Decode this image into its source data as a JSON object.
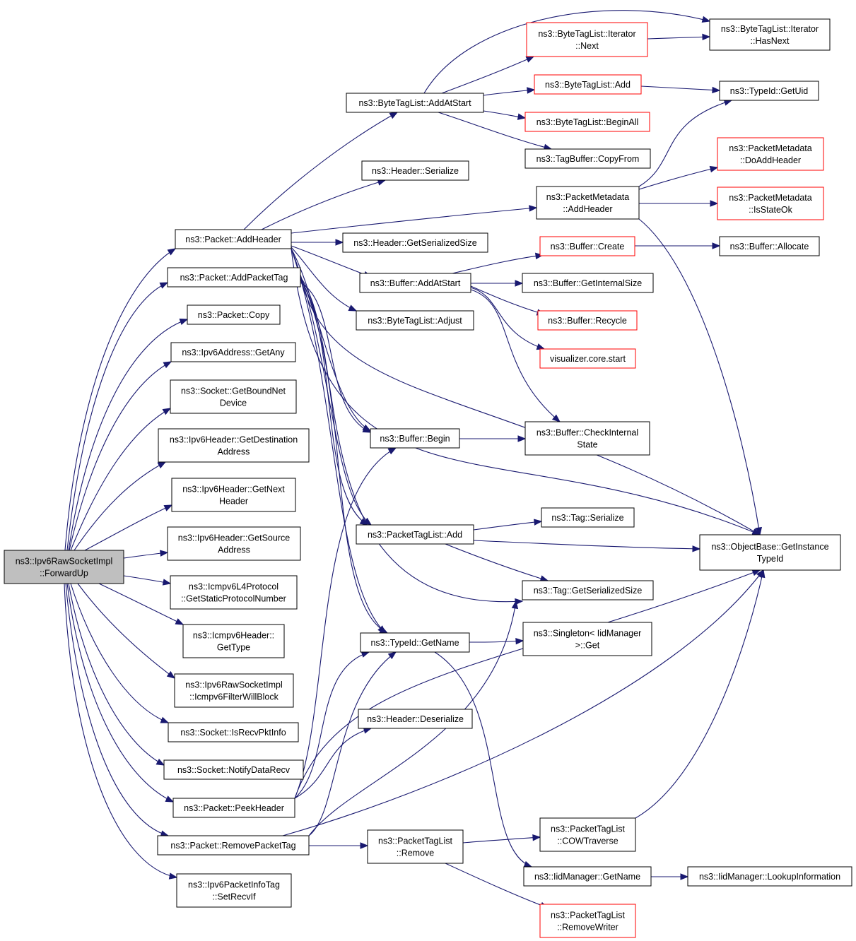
{
  "diagram": {
    "type": "call-graph",
    "root": "ForwardUp",
    "colors": {
      "edge": "#191970",
      "node_border": "#000000",
      "node_border_truncated": "#ff0000",
      "root_fill": "#bfbfbf"
    },
    "nodes": {
      "ForwardUp": {
        "lines": [
          "ns3::Ipv6RawSocketImpl",
          "::ForwardUp"
        ]
      },
      "AddHeader": {
        "lines": [
          "ns3::Packet::AddHeader"
        ]
      },
      "AddPacketTag": {
        "lines": [
          "ns3::Packet::AddPacketTag"
        ]
      },
      "Copy": {
        "lines": [
          "ns3::Packet::Copy"
        ]
      },
      "GetAny": {
        "lines": [
          "ns3::Ipv6Address::GetAny"
        ]
      },
      "GetBoundNetDevice": {
        "lines": [
          "ns3::Socket::GetBoundNet",
          "Device"
        ]
      },
      "GetDestinationAddress": {
        "lines": [
          "ns3::Ipv6Header::GetDestination",
          "Address"
        ]
      },
      "GetNextHeader": {
        "lines": [
          "ns3::Ipv6Header::GetNext",
          "Header"
        ]
      },
      "GetSourceAddress": {
        "lines": [
          "ns3::Ipv6Header::GetSource",
          "Address"
        ]
      },
      "GetStaticProtocolNumber": {
        "lines": [
          "ns3::Icmpv6L4Protocol",
          "::GetStaticProtocolNumber"
        ]
      },
      "IcmpGetType": {
        "lines": [
          "ns3::Icmpv6Header::",
          "GetType"
        ]
      },
      "Icmpv6FilterWillBlock": {
        "lines": [
          "ns3::Ipv6RawSocketImpl",
          "::Icmpv6FilterWillBlock"
        ]
      },
      "IsRecvPktInfo": {
        "lines": [
          "ns3::Socket::IsRecvPktInfo"
        ]
      },
      "NotifyDataRecv": {
        "lines": [
          "ns3::Socket::NotifyDataRecv"
        ]
      },
      "PeekHeader": {
        "lines": [
          "ns3::Packet::PeekHeader"
        ]
      },
      "RemovePacketTag": {
        "lines": [
          "ns3::Packet::RemovePacketTag"
        ]
      },
      "SetRecvIf": {
        "lines": [
          "ns3::Ipv6PacketInfoTag",
          "::SetRecvIf"
        ]
      },
      "BTLAddAtStart": {
        "lines": [
          "ns3::ByteTagList::AddAtStart"
        ]
      },
      "HeaderSerialize": {
        "lines": [
          "ns3::Header::Serialize"
        ]
      },
      "HeaderGetSerializedSize": {
        "lines": [
          "ns3::Header::GetSerializedSize"
        ]
      },
      "BufferAddAtStart": {
        "lines": [
          "ns3::Buffer::AddAtStart"
        ]
      },
      "BTLAdjust": {
        "lines": [
          "ns3::ByteTagList::Adjust"
        ]
      },
      "BufferBegin": {
        "lines": [
          "ns3::Buffer::Begin"
        ]
      },
      "PTLAdd": {
        "lines": [
          "ns3::PacketTagList::Add"
        ]
      },
      "TypeIdGetName": {
        "lines": [
          "ns3::TypeId::GetName"
        ]
      },
      "HeaderDeserialize": {
        "lines": [
          "ns3::Header::Deserialize"
        ]
      },
      "PTLRemove": {
        "lines": [
          "ns3::PacketTagList",
          "::Remove"
        ]
      },
      "BTLIteratorNext": {
        "lines": [
          "ns3::ByteTagList::Iterator",
          "::Next"
        ]
      },
      "BTLAdd": {
        "lines": [
          "ns3::ByteTagList::Add"
        ]
      },
      "BTLBeginAll": {
        "lines": [
          "ns3::ByteTagList::BeginAll"
        ]
      },
      "TagBufferCopyFrom": {
        "lines": [
          "ns3::TagBuffer::CopyFrom"
        ]
      },
      "PMAddHeader": {
        "lines": [
          "ns3::PacketMetadata",
          "::AddHeader"
        ]
      },
      "BufferCreate": {
        "lines": [
          "ns3::Buffer::Create"
        ]
      },
      "BufferGetInternalSize": {
        "lines": [
          "ns3::Buffer::GetInternalSize"
        ]
      },
      "BufferRecycle": {
        "lines": [
          "ns3::Buffer::Recycle"
        ]
      },
      "VisualizerStart": {
        "lines": [
          "visualizer.core.start"
        ]
      },
      "BufferCheckInternalState": {
        "lines": [
          "ns3::Buffer::CheckInternal",
          "State"
        ]
      },
      "TagSerialize": {
        "lines": [
          "ns3::Tag::Serialize"
        ]
      },
      "TagGetSerializedSize": {
        "lines": [
          "ns3::Tag::GetSerializedSize"
        ]
      },
      "SingletonGet": {
        "lines": [
          "ns3::Singleton< IidManager",
          " >::Get"
        ]
      },
      "PTLCOWTraverse": {
        "lines": [
          "ns3::PacketTagList",
          "::COWTraverse"
        ]
      },
      "IidManagerGetName": {
        "lines": [
          "ns3::IidManager::GetName"
        ]
      },
      "PTLRemoveWriter": {
        "lines": [
          "ns3::PacketTagList",
          "::RemoveWriter"
        ]
      },
      "BTLIteratorHasNext": {
        "lines": [
          "ns3::ByteTagList::Iterator",
          "::HasNext"
        ]
      },
      "TypeIdGetUid": {
        "lines": [
          "ns3::TypeId::GetUid"
        ]
      },
      "PMDoAddHeader": {
        "lines": [
          "ns3::PacketMetadata",
          "::DoAddHeader"
        ]
      },
      "PMIsStateOk": {
        "lines": [
          "ns3::PacketMetadata",
          "::IsStateOk"
        ]
      },
      "BufferAllocate": {
        "lines": [
          "ns3::Buffer::Allocate"
        ]
      },
      "GetInstanceTypeId": {
        "lines": [
          "ns3::ObjectBase::GetInstance",
          "TypeId"
        ]
      },
      "IidManagerLookupInformation": {
        "lines": [
          "ns3::IidManager::LookupInformation"
        ]
      }
    }
  }
}
